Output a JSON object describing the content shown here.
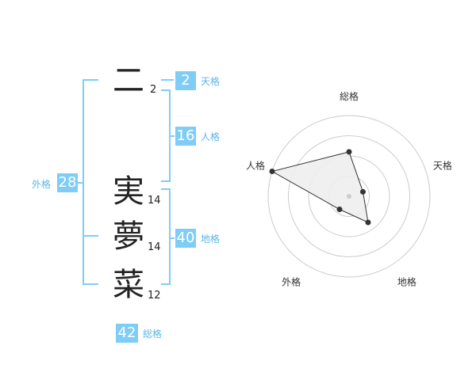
{
  "name_chars": [
    {
      "char": "二",
      "strokes": "2"
    },
    {
      "char": "実",
      "strokes": "14"
    },
    {
      "char": "夢",
      "strokes": "14"
    },
    {
      "char": "菜",
      "strokes": "12"
    }
  ],
  "fortunes": {
    "tenkaku": {
      "value": "2",
      "label": "天格"
    },
    "jinkaku": {
      "value": "16",
      "label": "人格"
    },
    "chikaku": {
      "value": "40",
      "label": "地格"
    },
    "gaikaku": {
      "value": "28",
      "label": "外格"
    },
    "soukaku": {
      "value": "42",
      "label": "総格"
    }
  },
  "colors": {
    "accent": "#7fcdf7",
    "accent_text": "#5bb6e8",
    "radar_fill": "#eeeeee",
    "radar_line": "#333333",
    "grid": "#cccccc"
  },
  "chart_data": {
    "type": "radar",
    "axes": [
      "総格",
      "天格",
      "地格",
      "外格",
      "人格"
    ],
    "values": [
      0.55,
      0.18,
      0.4,
      0.2,
      1.0
    ],
    "range": [
      0,
      1
    ],
    "rings": 4
  }
}
